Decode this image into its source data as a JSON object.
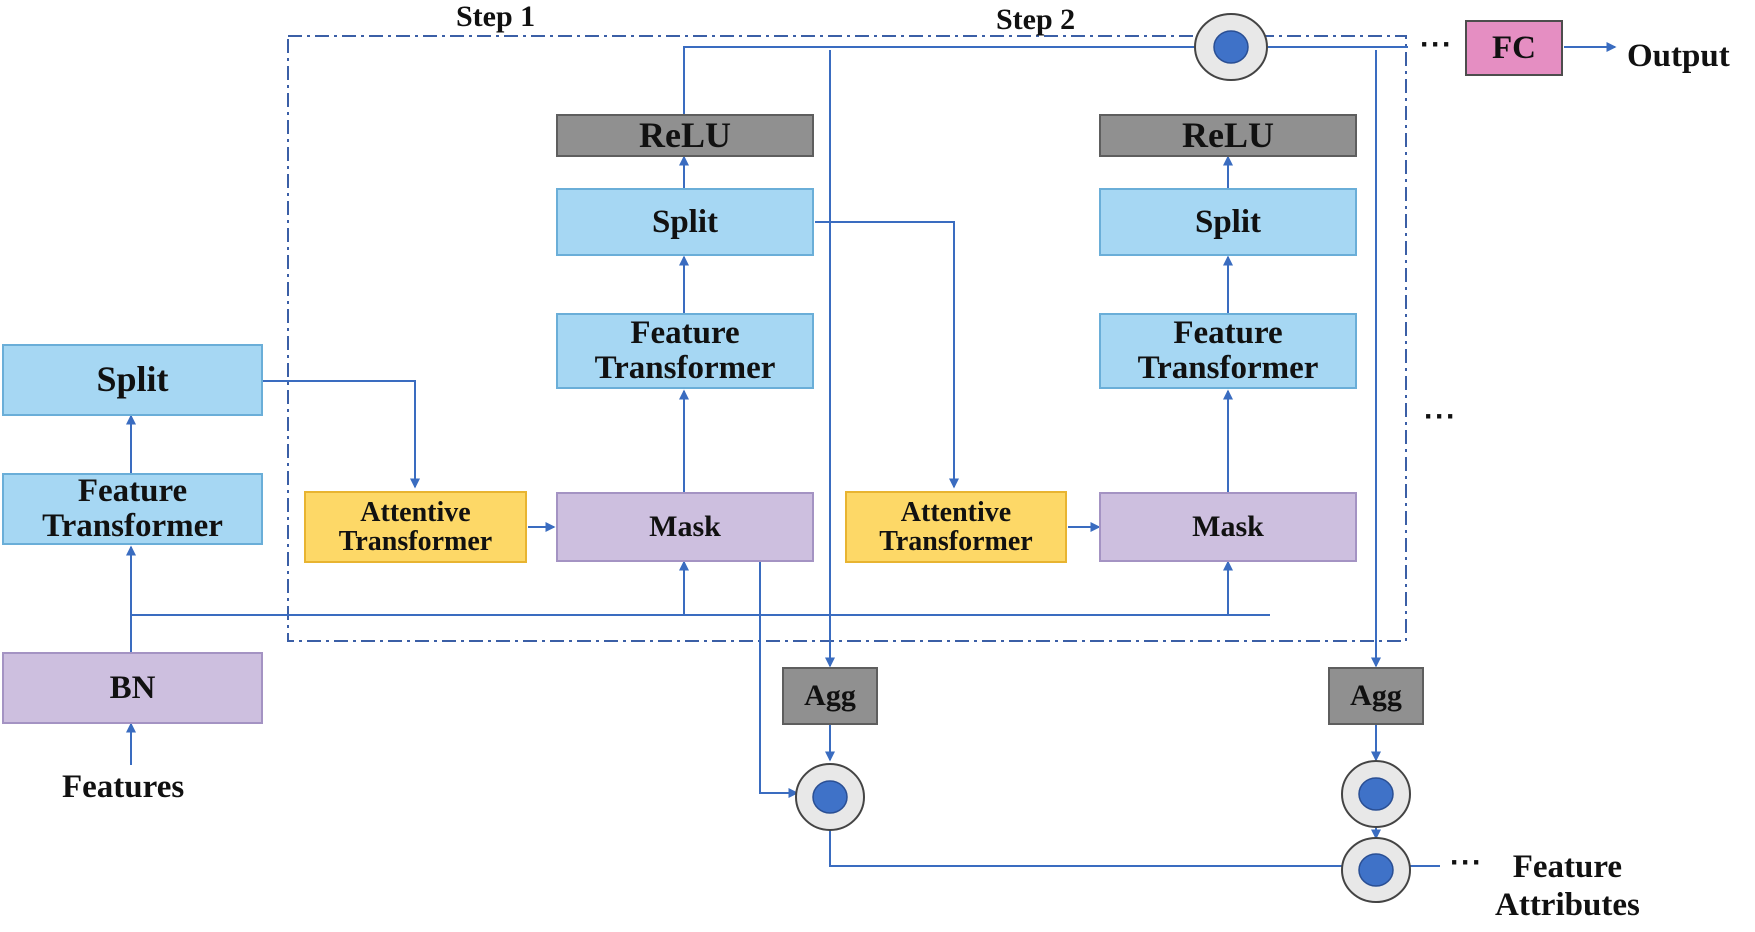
{
  "steps": {
    "step1": "Step 1",
    "step2": "Step 2"
  },
  "left": {
    "split": "Split",
    "feature_transformer": [
      "Feature",
      "Transformer"
    ],
    "bn": "BN",
    "features": "Features"
  },
  "step1": {
    "relu": "ReLU",
    "split": "Split",
    "feature_transformer": [
      "Feature",
      "Transformer"
    ],
    "attentive_transformer": [
      "Attentive",
      "Transformer"
    ],
    "mask": "Mask"
  },
  "step2": {
    "relu": "ReLU",
    "split": "Split",
    "feature_transformer": [
      "Feature",
      "Transformer"
    ],
    "attentive_transformer": [
      "Attentive",
      "Transformer"
    ],
    "mask": "Mask"
  },
  "agg1": "Agg",
  "agg2": "Agg",
  "fc": "FC",
  "output": "Output",
  "feature_attributes": [
    "Feature",
    "Attributes"
  ],
  "ellipsis": "···",
  "colors": {
    "line": "#3a6cc0",
    "dashed_border": "#3b5fa6",
    "dot_fill": "#3f72c8",
    "circle_fill": "#e8e8e8",
    "circle_stroke": "#444444"
  }
}
